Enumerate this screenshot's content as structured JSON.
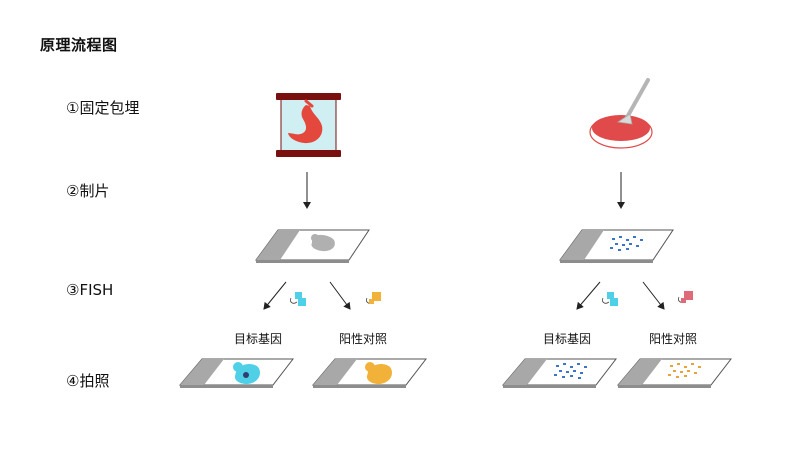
{
  "title": "原理流程图",
  "steps": [
    {
      "label": "①固定包埋"
    },
    {
      "label": "②制片"
    },
    {
      "label": "③FISH"
    },
    {
      "label": "④拍照"
    }
  ],
  "captions": {
    "left_target": "目标基因",
    "left_positive": "阳性对照",
    "right_target": "目标基因",
    "right_positive": "阳性对照"
  },
  "colors": {
    "block_frame": "#7a0f0f",
    "block_glass": "#cfeff2",
    "stomach": "#e4483c",
    "dish": "#e04a4a",
    "target_probe": "#4fd0e6",
    "positive_probe_left": "#f2b23a",
    "positive_probe_right": "#e06a78",
    "slide_frosted": "#a8a8a8",
    "cell_dots_blue": "#3b74c8",
    "cell_dots_orange": "#e8a23a"
  }
}
